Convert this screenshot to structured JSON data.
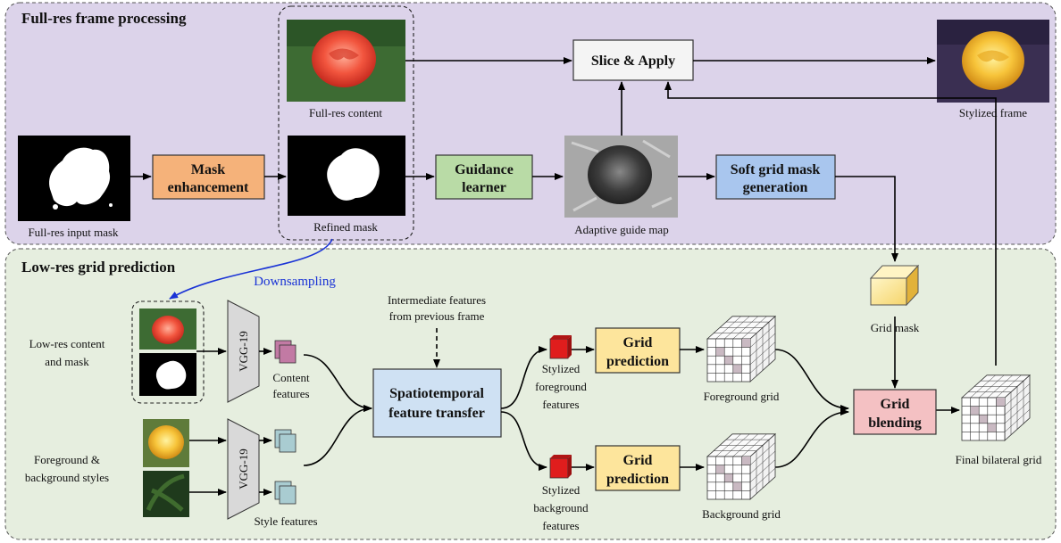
{
  "sections": {
    "fullres_title": "Full-res frame processing",
    "lowres_title": "Low-res grid prediction"
  },
  "boxes": {
    "mask_enhancement": [
      "Mask",
      "enhancement"
    ],
    "guidance_learner": [
      "Guidance",
      "learner"
    ],
    "slice_apply": "Slice & Apply",
    "soft_grid_mask": [
      "Soft grid mask",
      "generation"
    ],
    "spatiotemporal": [
      "Spatiotemporal",
      "feature transfer"
    ],
    "grid_prediction": [
      "Grid",
      "prediction"
    ],
    "grid_blending": [
      "Grid",
      "blending"
    ]
  },
  "captions": {
    "fullres_input_mask": "Full-res input mask",
    "fullres_content": "Full-res content",
    "refined_mask": "Refined mask",
    "adaptive_guide_map": "Adaptive guide map",
    "stylized_frame": "Stylized frame",
    "downsampling": "Downsampling",
    "lowres_content_mask": [
      "Low-res content",
      "and mask"
    ],
    "fg_bg_styles": [
      "Foreground &",
      "background styles"
    ],
    "vgg": "VGG-19",
    "content_features": [
      "Content",
      "features"
    ],
    "style_features": "Style features",
    "intermediate_features": [
      "Intermediate features",
      "from previous frame"
    ],
    "stylized_fg_features": [
      "Stylized",
      "foreground",
      "features"
    ],
    "stylized_bg_features": [
      "Stylized",
      "background",
      "features"
    ],
    "foreground_grid": "Foreground grid",
    "background_grid": "Background grid",
    "grid_mask": "Grid mask",
    "final_bilateral_grid": "Final bilateral grid"
  },
  "colors": {
    "fullres_bg": "#dcd3ea",
    "lowres_bg": "#e6eedf",
    "mask_box": "#f5b27a",
    "guidance_box": "#b9dba6",
    "soft_grid_box": "#a9c6ee",
    "spatio_box": "#cfe1f3",
    "grid_pred_box": "#fde59c",
    "blend_box": "#f4c1c3",
    "downsample_arrow": "#1a33d6"
  }
}
